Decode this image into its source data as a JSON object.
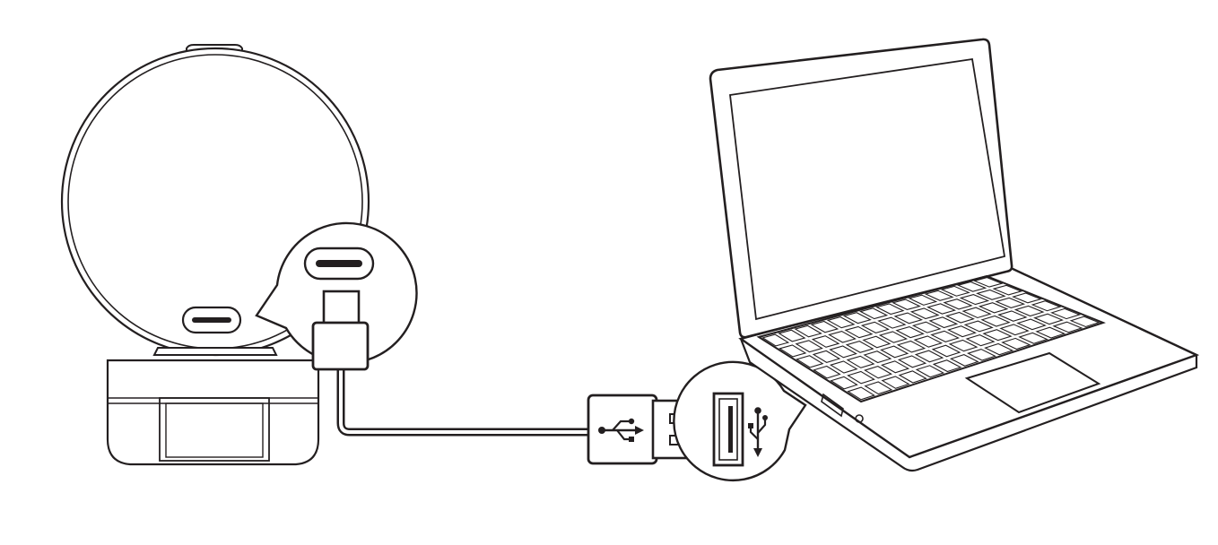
{
  "diagram": {
    "description_type": "line-art connection illustration",
    "colors": {
      "ink": "#231f20",
      "background": "#ffffff"
    },
    "components": [
      {
        "id": "webcam",
        "icon": "webcam-icon"
      },
      {
        "id": "usb-c-port",
        "icon": "usb-c-port-icon"
      },
      {
        "id": "cable",
        "icon": "usb-cable-icon"
      },
      {
        "id": "usb-a-plug",
        "icon": "usb-a-plug-icon"
      },
      {
        "id": "usb-a-port",
        "icon": "usb-a-port-icon"
      },
      {
        "id": "laptop",
        "icon": "laptop-icon"
      }
    ]
  }
}
